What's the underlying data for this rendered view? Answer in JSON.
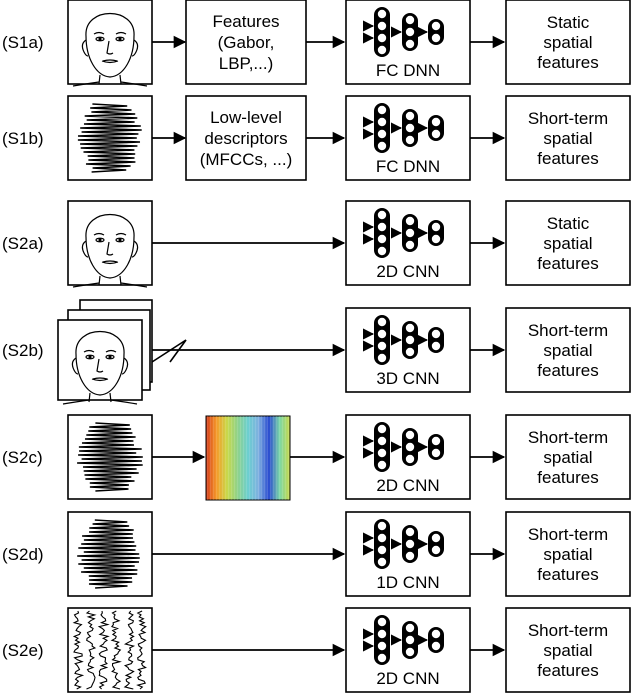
{
  "rows": [
    {
      "id": "s1a",
      "label": "(S1a)",
      "input": "face",
      "intermediate": [
        "Features",
        "(Gabor,",
        "LBP,...)"
      ],
      "model": "FC DNN",
      "output": [
        "Static",
        "spatial",
        "features"
      ]
    },
    {
      "id": "s1b",
      "label": "(S1b)",
      "input": "waveform",
      "intermediate": [
        "Low-level",
        "descriptors",
        "(MFCCs, ...)"
      ],
      "model": "FC DNN",
      "output": [
        "Short-term",
        "spatial",
        "features"
      ]
    },
    {
      "id": "s2a",
      "label": "(S2a)",
      "input": "face",
      "intermediate": null,
      "model": "2D CNN",
      "output": [
        "Static",
        "spatial",
        "features"
      ]
    },
    {
      "id": "s2b",
      "label": "(S2b)",
      "input": "face-stack",
      "intermediate": null,
      "model": "3D CNN",
      "output": [
        "Short-term",
        "spatial",
        "features"
      ]
    },
    {
      "id": "s2c",
      "label": "(S2c)",
      "input": "waveform",
      "intermediate": "spectrogram",
      "model": "2D CNN",
      "output": [
        "Short-term",
        "spatial",
        "features"
      ]
    },
    {
      "id": "s2d",
      "label": "(S2d)",
      "input": "waveform",
      "intermediate": null,
      "model": "1D CNN",
      "output": [
        "Short-term",
        "spatial",
        "features"
      ]
    },
    {
      "id": "s2e",
      "label": "(S2e)",
      "input": "multichannel-signal",
      "intermediate": null,
      "model": "2D CNN",
      "output": [
        "Short-term",
        "spatial",
        "features"
      ]
    }
  ],
  "colors": {
    "stroke": "#000000",
    "background": "#ffffff",
    "spectrogram_stops": [
      "#d43a1a",
      "#f59a2a",
      "#c9d94a",
      "#8fd28a",
      "#6ccfd0",
      "#7fb0e0",
      "#2a4bd0",
      "#7ad7a8",
      "#c9d94a"
    ]
  }
}
